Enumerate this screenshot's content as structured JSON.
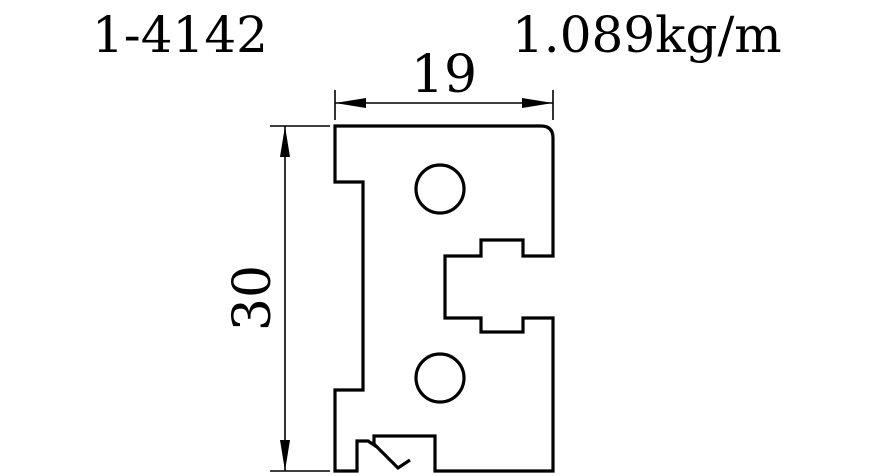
{
  "profile": {
    "part_number": "1-4142",
    "unit_weight": "1.089kg/m"
  },
  "dimensions": {
    "width": "19",
    "height": "30"
  },
  "colors": {
    "stroke": "#000000",
    "background": "#ffffff"
  }
}
